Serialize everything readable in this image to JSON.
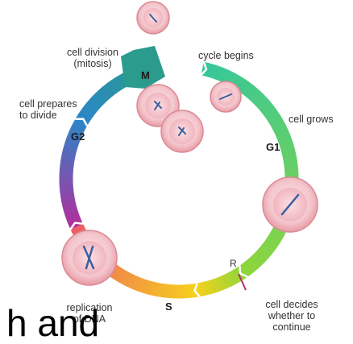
{
  "labels": {
    "cell_division": "cell division",
    "mitosis": "(mitosis)",
    "cycle_begins": "cycle begins",
    "cell_prepares": "cell prepares",
    "to_divide": "to divide",
    "cell_grows": "cell grows",
    "replication": "replication",
    "of_dna": "of DNA",
    "cell_decides": "cell decides",
    "whether_to": "whether to",
    "continue": "continue"
  },
  "phases": {
    "m": "M",
    "g1": "G1",
    "g2": "G2",
    "s": "S",
    "r": "R"
  },
  "overlay_text": "h and",
  "colors": {
    "m": "#2a9b8c",
    "g1_start": "#36c79b",
    "g1_end": "#8fd63a",
    "s_start": "#f6d11c",
    "s_end": "#ee5a66",
    "g2_start": "#b0309e",
    "g2_end": "#2b86c7",
    "cell_outer": "#f5b7b7",
    "cell_inner": "#f3ccd2",
    "chromosome": "#3a5fa0"
  }
}
